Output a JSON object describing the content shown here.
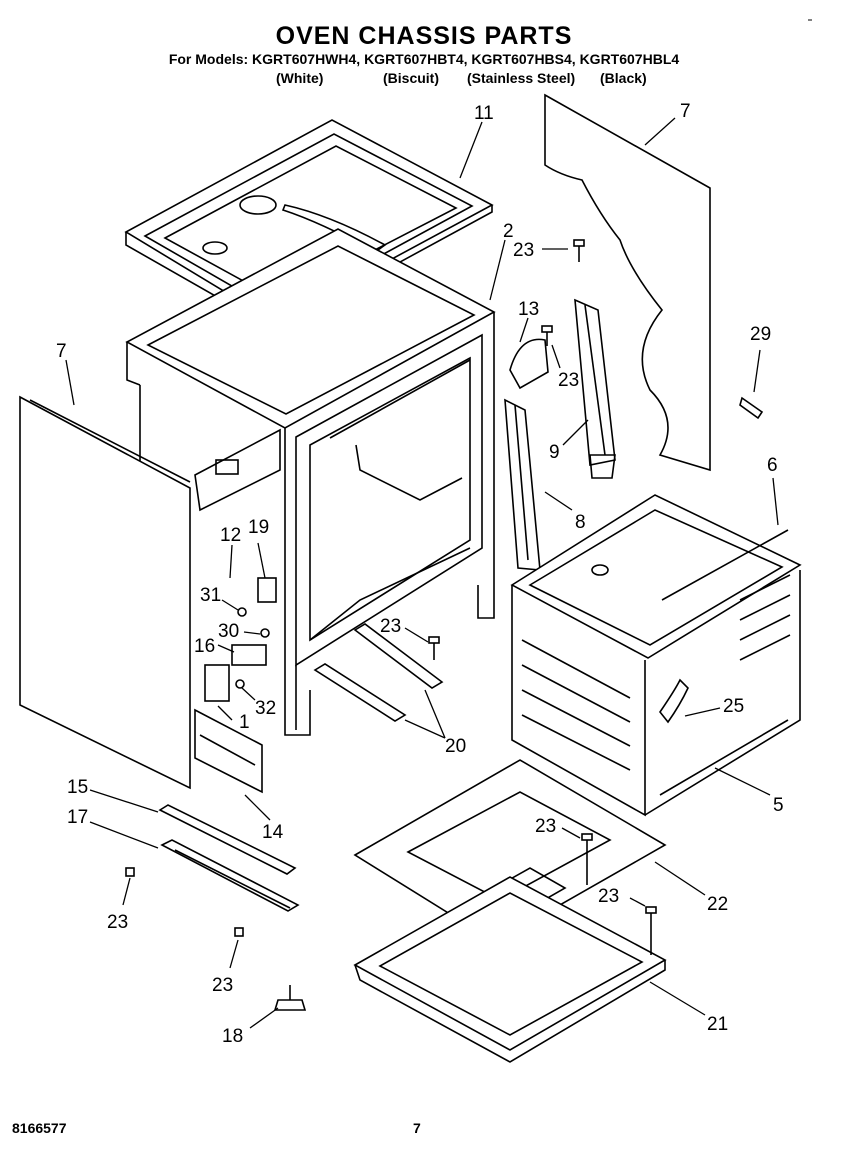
{
  "header": {
    "title": "OVEN CHASSIS PARTS",
    "models_line": "For Models: KGRT607HWH4, KGRT607HBT4, KGRT607HBS4, KGRT607HBL4",
    "colors": [
      "(White)",
      "(Biscuit)",
      "(Stainless Steel)",
      "(Black)"
    ]
  },
  "footer": {
    "doc_number": "8166577",
    "page_number": "7"
  },
  "callouts": [
    "11",
    "7",
    "2",
    "23",
    "13",
    "23",
    "29",
    "7",
    "9",
    "6",
    "8",
    "12",
    "19",
    "31",
    "30",
    "16",
    "23",
    "25",
    "32",
    "1",
    "20",
    "15",
    "14",
    "5",
    "17",
    "23",
    "22",
    "23",
    "23",
    "23",
    "21",
    "18"
  ]
}
